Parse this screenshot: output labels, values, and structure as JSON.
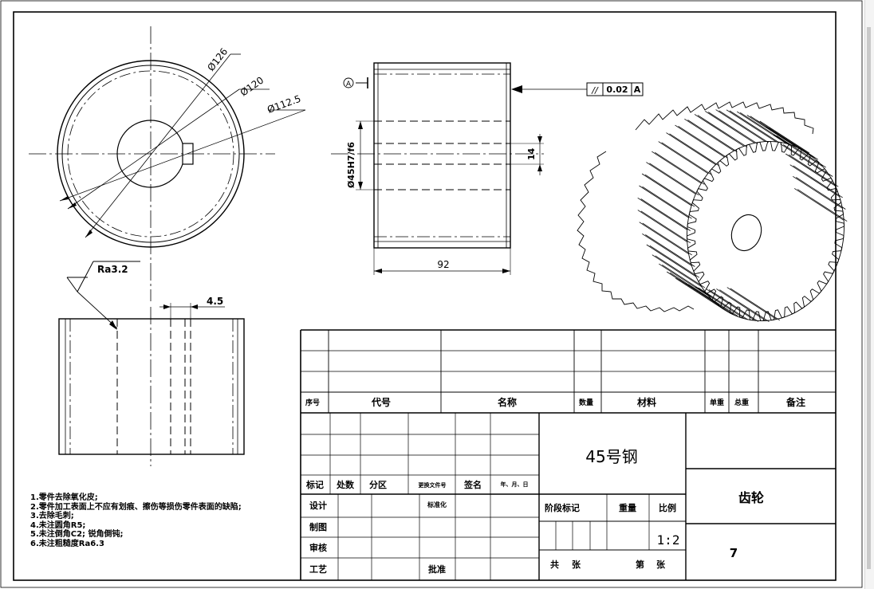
{
  "front_view": {
    "dia_outer": "Ø126",
    "dia_mid": "Ø120",
    "dia_root": "Ø112.5"
  },
  "side_view": {
    "datum": "A",
    "tolerance_symbol": "//",
    "tolerance_value": "0.02",
    "tolerance_datum": "A",
    "bore": "Ø45H7/f6",
    "keyway": "14",
    "length": "92"
  },
  "section_view": {
    "roughness": "Ra3.2",
    "keyway_depth": "4.5"
  },
  "notes": [
    "1.零件去除氧化皮;",
    "2.零件加工表面上不应有划痕、擦伤等损伤零件表面的缺陷;",
    "3.去除毛刺;",
    "4.未注圆角R5;",
    "5.未注倒角C2; 锐角倒钝;",
    "6.未注粗糙度Ra6.3"
  ],
  "parts_header": {
    "seq": "序号",
    "code": "代号",
    "name": "名称",
    "qty": "数量",
    "material": "材料",
    "unit_weight": "单重",
    "total_weight": "总重",
    "remark": "备注"
  },
  "title_block": {
    "material": "45号钢",
    "part_name": "齿轮",
    "drawing_no": "7",
    "scale_value": "1:2",
    "mark": "标记",
    "count": "处数",
    "zone": "分区",
    "change_doc": "更换文件号",
    "signature": "签名",
    "date": "年、月、日",
    "design": "设计",
    "standardize": "标准化",
    "drafting": "制图",
    "review": "审核",
    "process": "工艺",
    "approve": "批准",
    "stage_mark": "阶段标记",
    "weight": "重量",
    "scale": "比例",
    "total_sheets": "共",
    "sheets_unit": "张",
    "sheet_no": "第",
    "sheet_unit": "张"
  }
}
